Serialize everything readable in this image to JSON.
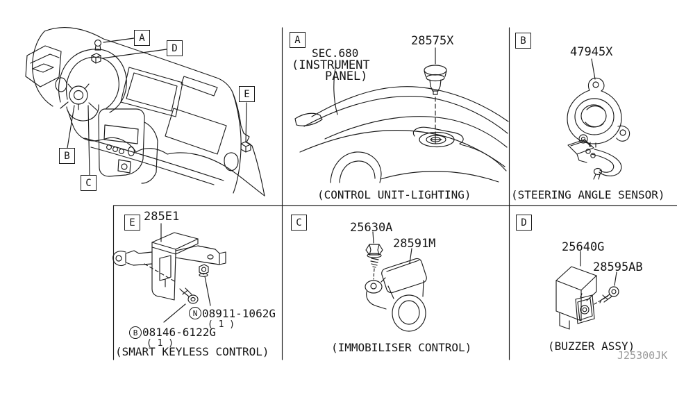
{
  "diagram": {
    "code": "J25300JK",
    "background": "#ffffff",
    "line_color": "#1a1a1a",
    "code_color": "#9a9a9a"
  },
  "overview": {
    "description": "instrument panel electrical unit locations",
    "callouts": {
      "a": "A",
      "b": "B",
      "c": "C",
      "d": "D",
      "e": "E"
    }
  },
  "panel_a": {
    "callout": "A",
    "section": "SEC.680",
    "section_note_1": "(INSTRUMENT",
    "section_note_2": "PANEL)",
    "part_number": "28575X",
    "caption": "(CONTROL UNIT-LIGHTING)"
  },
  "panel_b": {
    "callout": "B",
    "part_number": "47945X",
    "caption": "(STEERING ANGLE SENSOR)"
  },
  "panel_c": {
    "callout": "C",
    "part_number_screw": "25630A",
    "part_number_unit": "28591M",
    "caption": "(IMMOBILISER CONTROL)"
  },
  "panel_d": {
    "callout": "D",
    "part_number_unit": "25640G",
    "part_number_screw": "28595AB",
    "caption": "(BUZZER ASSY)"
  },
  "panel_e": {
    "callout": "E",
    "part_number_unit": "285E1",
    "nut_symbol": "N",
    "nut_part_number": "08911-1062G",
    "nut_quantity": "( 1 )",
    "bolt_symbol": "B",
    "bolt_part_number": "08146-6122G",
    "bolt_quantity": "( 1 )",
    "caption": "(SMART KEYLESS CONTROL)"
  }
}
